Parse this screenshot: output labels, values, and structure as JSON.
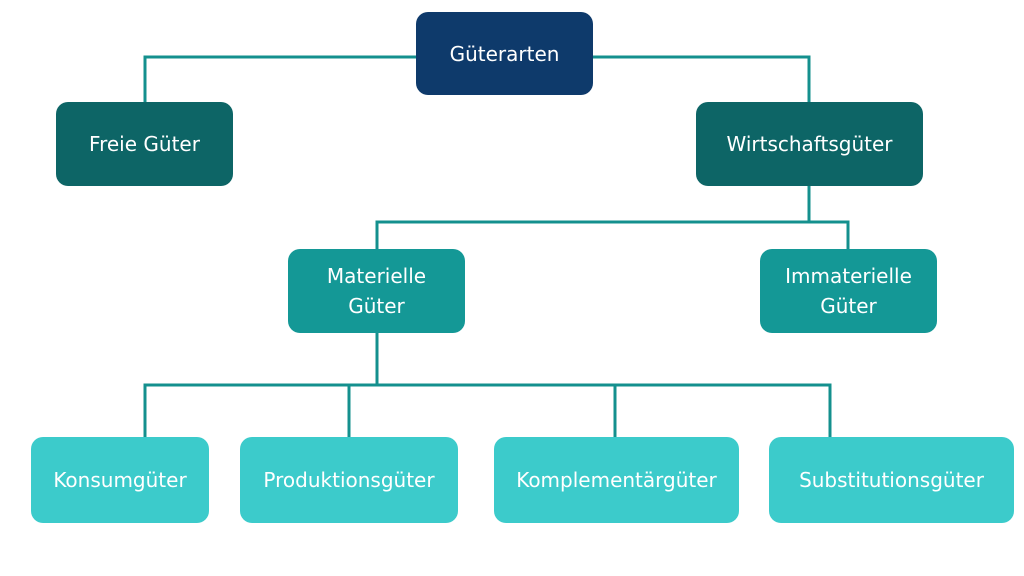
{
  "colors": {
    "level0": "#0e3a6b",
    "level1": "#0d6566",
    "level2": "#149896",
    "level3": "#3ccbcb",
    "connector": "#14908e",
    "text": "#ffffff"
  },
  "nodes": {
    "root": {
      "label": "Güterarten"
    },
    "free_goods": {
      "label": "Freie Güter"
    },
    "economic_goods": {
      "label": "Wirtschaftsgüter"
    },
    "material_goods": {
      "line1": "Materielle",
      "line2": "Güter"
    },
    "immaterial_goods": {
      "line1": "Immaterielle",
      "line2": "Güter"
    },
    "consumer_goods": {
      "label": "Konsumgüter"
    },
    "production_goods": {
      "label": "Produktionsgüter"
    },
    "complementary_goods": {
      "label": "Komplementärgüter"
    },
    "substitute_goods": {
      "label": "Substitutionsgüter"
    }
  },
  "edges": [
    [
      "root",
      "free_goods"
    ],
    [
      "root",
      "economic_goods"
    ],
    [
      "economic_goods",
      "material_goods"
    ],
    [
      "economic_goods",
      "immaterial_goods"
    ],
    [
      "material_goods",
      "consumer_goods"
    ],
    [
      "material_goods",
      "production_goods"
    ],
    [
      "material_goods",
      "complementary_goods"
    ],
    [
      "material_goods",
      "substitute_goods"
    ]
  ]
}
